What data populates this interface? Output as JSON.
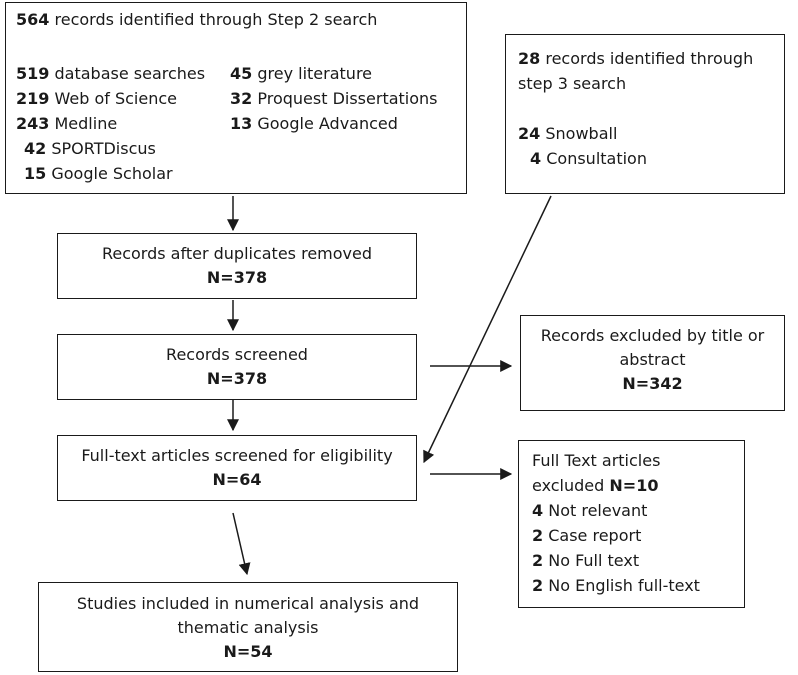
{
  "step2": {
    "header": {
      "count": "564",
      "text": "records identified through Step 2 search"
    },
    "left": [
      {
        "count": "519",
        "text": "database searches"
      },
      {
        "count": "219",
        "text": "Web of Science"
      },
      {
        "count": "243",
        "text": "Medline"
      },
      {
        "count": "42",
        "text": "SPORTDiscus"
      },
      {
        "count": "15",
        "text": "Google Scholar"
      }
    ],
    "right": [
      {
        "count": "45",
        "text": "grey literature"
      },
      {
        "count": "32",
        "text": "Proquest Dissertations"
      },
      {
        "count": "13",
        "text": "Google Advanced"
      }
    ]
  },
  "step3": {
    "header_count": "28",
    "header_line1": "records identified through",
    "header_line2": "step 3 search",
    "items": [
      {
        "count": "24",
        "text": "Snowball"
      },
      {
        "count": "4",
        "text": "Consultation"
      }
    ]
  },
  "duplicates": {
    "label": "Records after duplicates removed",
    "n": "N=378"
  },
  "screened": {
    "label": "Records screened",
    "n": "N=378"
  },
  "excluded_title": {
    "line1": "Records excluded by title or",
    "line2": "abstract",
    "n": "N=342"
  },
  "fulltext": {
    "label": "Full-text articles screened for eligibility",
    "n": "N=64"
  },
  "fulltext_excluded": {
    "line1": "Full Text articles",
    "line2_prefix": "excluded",
    "line2_n": "N=10",
    "items": [
      {
        "count": "4",
        "text": "Not relevant"
      },
      {
        "count": "2",
        "text": "Case report"
      },
      {
        "count": "2",
        "text": "No Full text"
      },
      {
        "count": "2",
        "text": "No English full-text"
      }
    ]
  },
  "included": {
    "line1": "Studies included in numerical analysis and",
    "line2": "thematic analysis",
    "n": "N=54"
  }
}
